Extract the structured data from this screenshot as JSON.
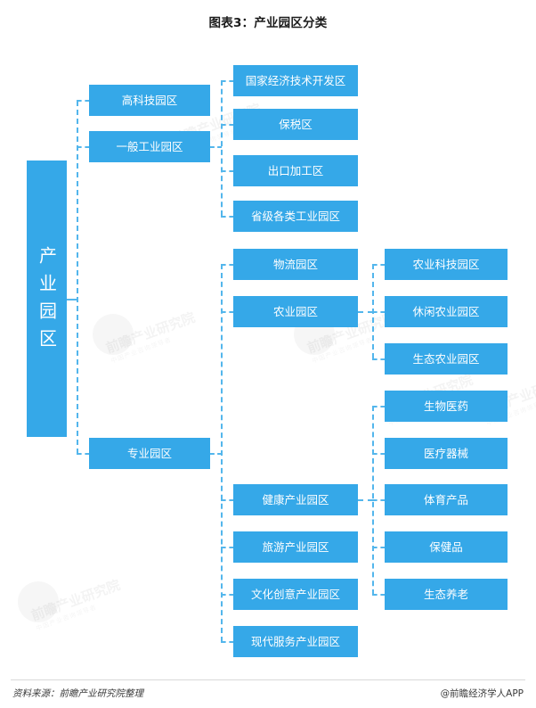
{
  "title": "图表3：产业园区分类",
  "colors": {
    "node_fill": "#35a8e8",
    "node_text": "#ffffff",
    "connector": "#53b6ec",
    "title_text": "#1b1b1b",
    "footer_text": "#3b3b3b"
  },
  "diagram": {
    "type": "tree",
    "orientation": "left-to-right",
    "root": {
      "label": "产业园区"
    },
    "level2": [
      {
        "label": "高科技园区"
      },
      {
        "label": "一般工业园区"
      },
      {
        "label": "专业园区"
      }
    ],
    "industrial_children": [
      {
        "label": "国家经济技术开发区"
      },
      {
        "label": "保税区"
      },
      {
        "label": "出口加工区"
      },
      {
        "label": "省级各类工业园区"
      }
    ],
    "specialty_children": [
      {
        "label": "物流园区"
      },
      {
        "label": "农业园区"
      },
      {
        "label": "健康产业园区"
      },
      {
        "label": "旅游产业园区"
      },
      {
        "label": "文化创意产业园区"
      },
      {
        "label": "现代服务产业园区"
      }
    ],
    "agriculture_children": [
      {
        "label": "农业科技园区"
      },
      {
        "label": "休闲农业园区"
      },
      {
        "label": "生态农业园区"
      }
    ],
    "health_children": [
      {
        "label": "生物医药"
      },
      {
        "label": "医疗器械"
      },
      {
        "label": "体育产品"
      },
      {
        "label": "保健品"
      },
      {
        "label": "生态养老"
      }
    ]
  },
  "watermark": {
    "brand": "前瞻产业研究院",
    "sub": "中国产业咨询领导者"
  },
  "footer": {
    "source": "资料来源：前瞻产业研究院整理",
    "attribution": "@前瞻经济学人APP"
  }
}
